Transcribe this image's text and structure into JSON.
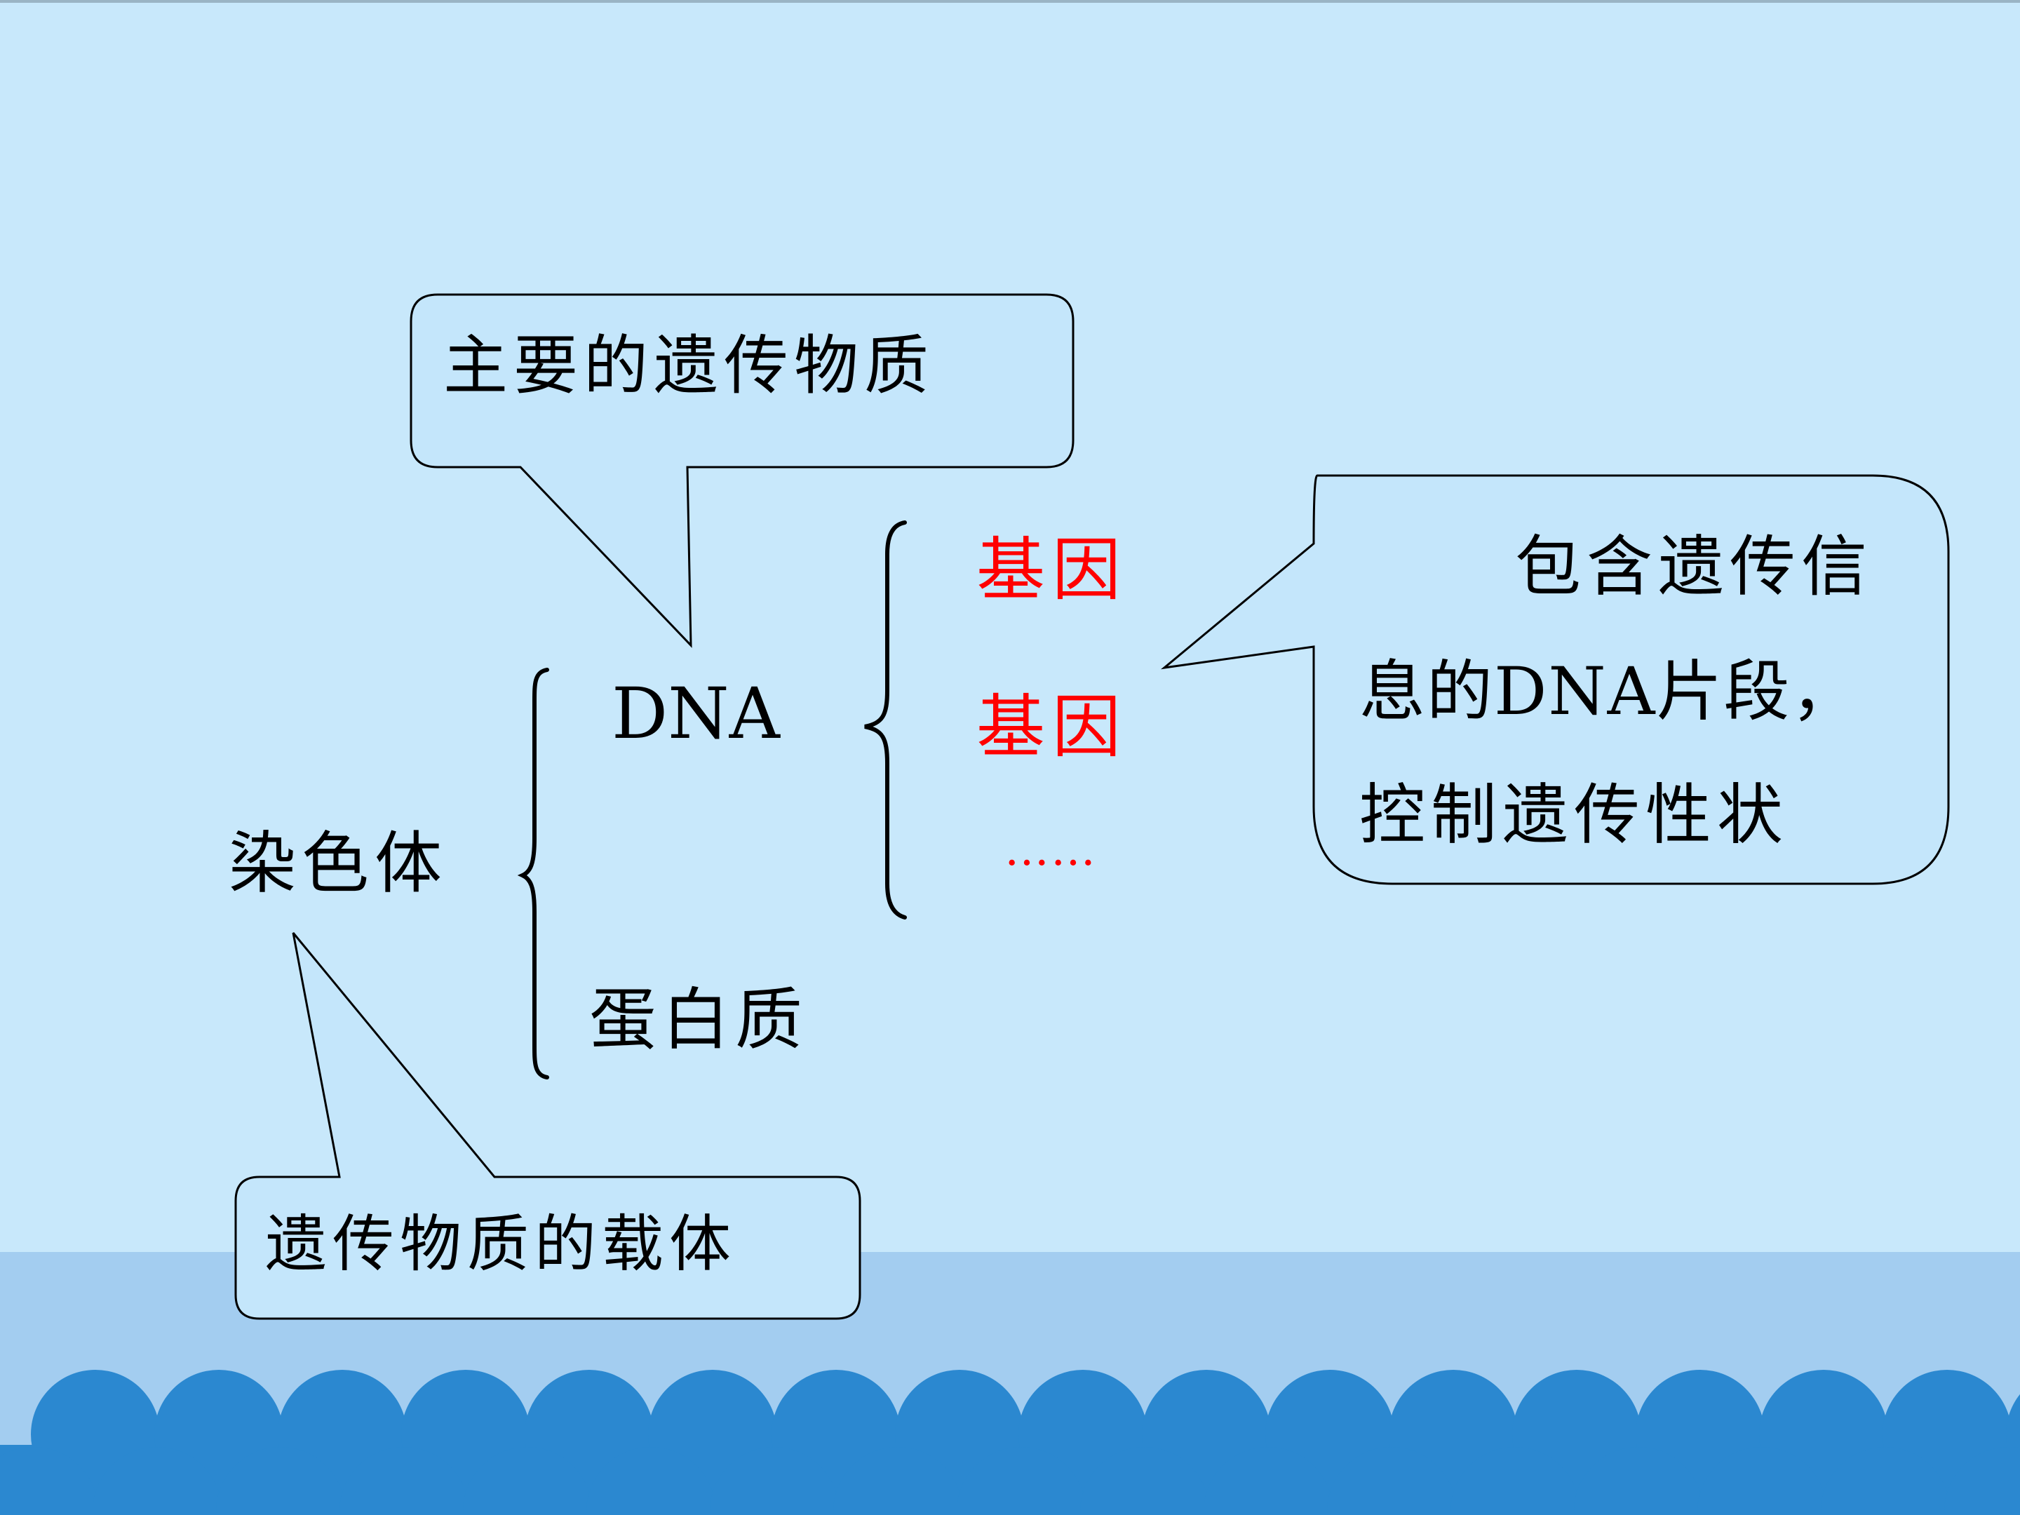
{
  "slide": {
    "colors": {
      "background": "#c8e8fb",
      "band": "#a3cdf0",
      "waves": "#2b88d0",
      "callout_fill": "#c4e6fb",
      "callout_stroke": "#000000",
      "highlight": "#ff0000"
    }
  },
  "diagram": {
    "root": "染色体",
    "dna": "DNA",
    "protein": "蛋白质",
    "gene_1": "基因",
    "gene_2": "基因",
    "ellipsis": "……"
  },
  "callouts": {
    "main_material": "主要的遗传物质",
    "carrier": "遗传物质的载体",
    "gene_def_line1": "包含遗传信",
    "gene_def_line2": "息的DNA片段，",
    "gene_def_line3": "控制遗传性状"
  }
}
